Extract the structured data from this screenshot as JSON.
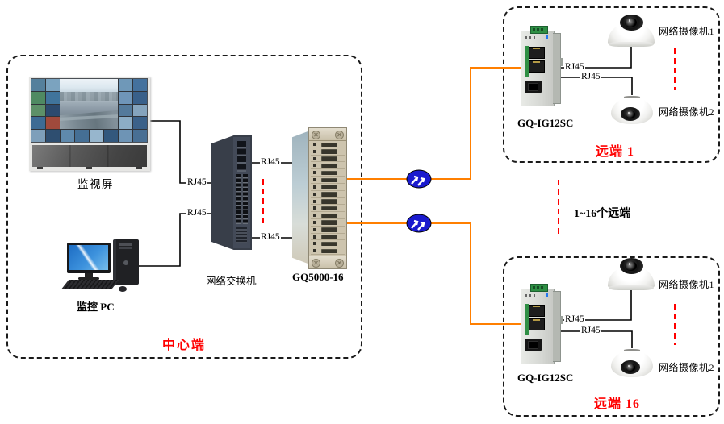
{
  "labels": {
    "rj45": "RJ45"
  },
  "center": {
    "zone_label": "中心端",
    "monitor_label": "监视屏",
    "pc_label": "监控 PC",
    "switch_label": "网络交换机",
    "chassis_label": "GQ5000-16",
    "chassis_slots": 16
  },
  "link": {
    "middle_label": "1~16个远端"
  },
  "remote1": {
    "zone_label": "远端 1",
    "converter_label": "GQ-IG12SC",
    "camera1_label": "网络摄像机1",
    "camera2_label": "网络摄像机2"
  },
  "remote16": {
    "zone_label": "远端 16",
    "converter_label": "GQ-IG12SC",
    "camera1_label": "网络摄像机1",
    "camera2_label": "网络摄像机2"
  },
  "colors": {
    "fiber_line": "#ff7f00",
    "highlight": "#ff0000",
    "cable_line": "#000000",
    "fiber_icon": "#1a1ace"
  },
  "monitor_wall": {
    "tile_colors": [
      "#55809c",
      "#7ba3bf",
      "#3d6489",
      "#8fb3c9",
      "#5b88ad",
      "#35608c",
      "#6f98b8",
      "#44719d",
      "#4f8a62",
      "#40749c",
      "#a9c2d4",
      "#51789f",
      "#84a6c0",
      "#42688e",
      "#6f95b8",
      "#39608a",
      "#5d9068",
      "#2c4a6e",
      "#93b2ca",
      "#2e4f72",
      "#4a7aa6",
      "#7aa7cc",
      "#547a9b",
      "#85a4bd",
      "#3d6b94",
      "#a04a3c",
      "#5d8a6a",
      "#a8946c",
      "#4c7396",
      "#2b4c70",
      "#8cadc5",
      "#3b6189",
      "#7e9fba",
      "#2e4e70",
      "#5f89ac",
      "#456f95",
      "#97b6cd",
      "#33587d",
      "#6e94b5",
      "#486f94"
    ]
  }
}
